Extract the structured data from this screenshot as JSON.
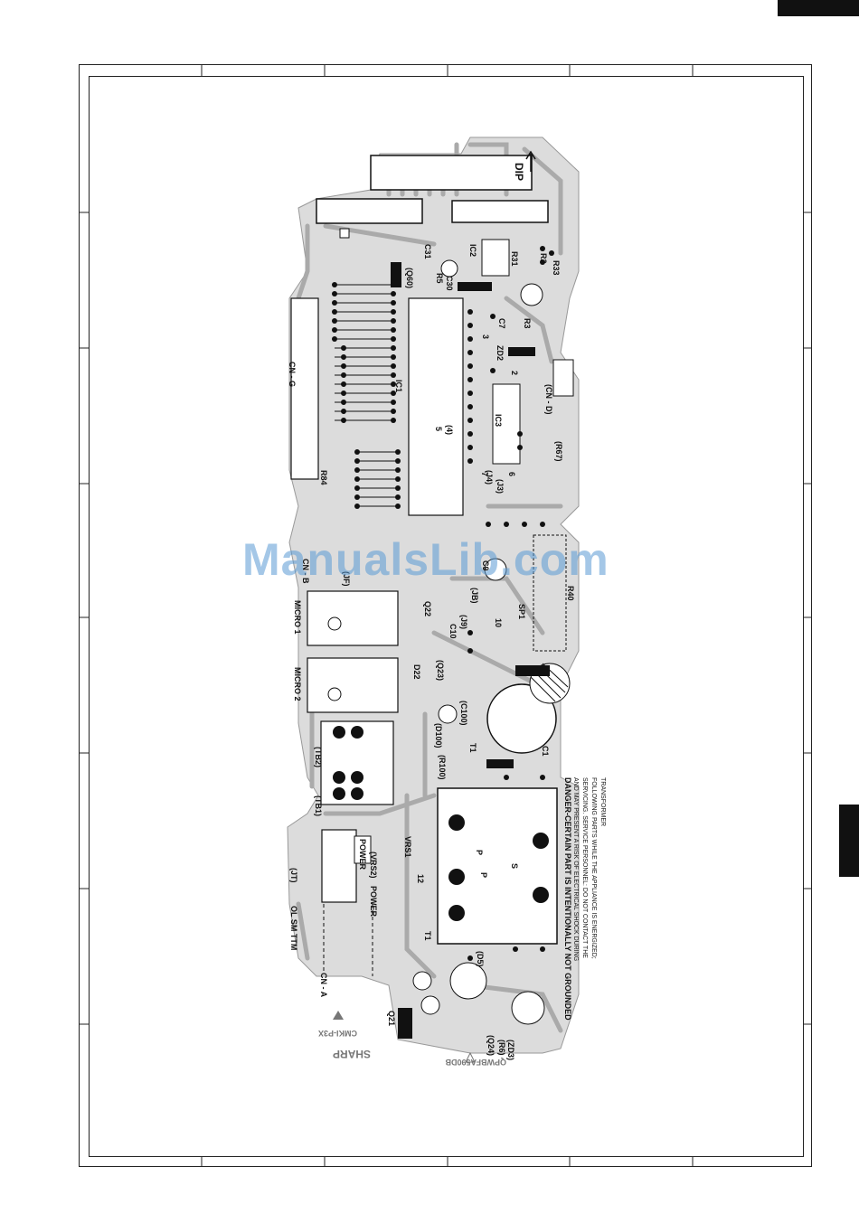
{
  "labels": {
    "dip": "DIP",
    "ic2": "IC2",
    "c31": "C31",
    "r31": "R31",
    "r2": "R2",
    "r33": "R33",
    "q60": "(Q60)",
    "c30": "C30",
    "r5": "R5",
    "r3": "R3",
    "c7": "C7",
    "zd2": "ZD2",
    "cng": "CN - G",
    "ic1": "IC1",
    "ic3": "IC3",
    "cnd": "(CN - D)",
    "r67": "(R67)",
    "r84": "R84",
    "j4": "(J4)",
    "j3": "(J3)",
    "cnb": "CN - B",
    "jf": "(JF)",
    "c9": "C9",
    "r40": "R40",
    "sp1": "SP1",
    "micro1": "MICRO 1",
    "micro2": "MICRO 2",
    "jb": "(JB)",
    "j9": "(J9)",
    "c10": "C10",
    "q22": "Q22",
    "d22": "D22",
    "q23": "(Q23)",
    "c100": "(C100)",
    "d100": "(D100)",
    "r100": "(R100)",
    "tb2": "(TB2)",
    "tb1": "(TB1)",
    "c1": "C1",
    "t1_top": "T1",
    "vrs1": "VRS1",
    "vrs2": "(VRS2)",
    "power1": "POWER",
    "power2": "POWER",
    "jt": "(JT)",
    "ol_sm_ttm": "OL SM TTM",
    "cna": "CN - A",
    "t1_bottom": "T1",
    "q21": "Q21",
    "d5": "(D5)",
    "q24": "(Q24)",
    "r6": "(R6)",
    "zd3": "(ZD3)",
    "p1": "P",
    "p2": "P",
    "s": "S",
    "num_12": "12",
    "num_10": "10",
    "num_5": "5",
    "num_4": "(4)",
    "num_7": "7",
    "num_6": "6",
    "num_3": "3",
    "num_2": "2",
    "board_id": "QPWBFA590DB",
    "model": "CMKI-P3X",
    "brand": "SHARP"
  },
  "danger": {
    "line1": "DANGER-CERTAIN PART IS INTENTIONALLY NOT GROUNDED",
    "line2": "AND MAY PRESENT A RISK OF ELECTRICAL SHOCK DURING",
    "line3": "SERVICING. SERVICE PERSONNEL: DO NOT CONTACT THE",
    "line4": "FOLLOWING PARTS WHILE THE APPLIANCE IS ENERGIZED;",
    "line5": "TRANSFORMER"
  },
  "watermark": "ManualsLib.com"
}
